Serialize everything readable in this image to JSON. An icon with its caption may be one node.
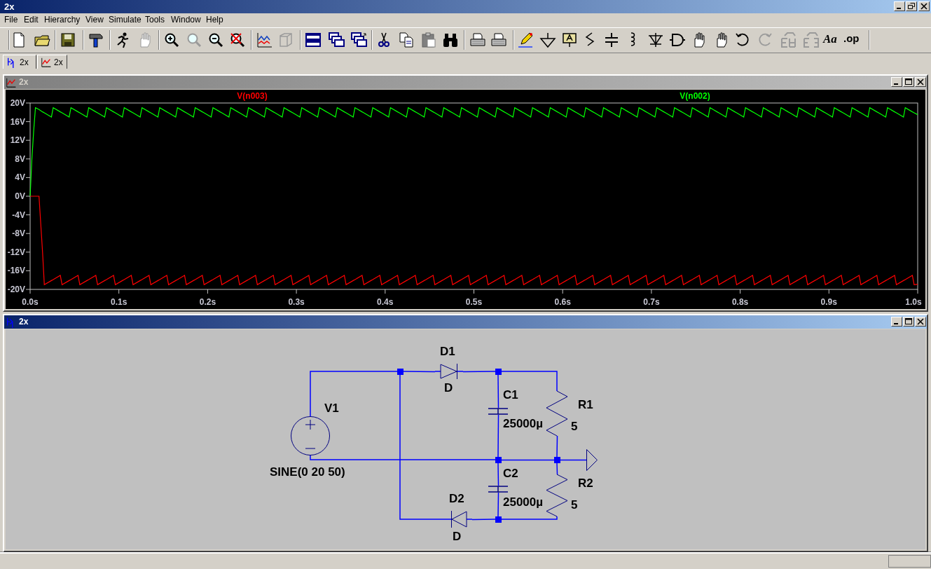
{
  "diagram": {
    "nodes": [
      {
        "text": [],
        "shape": "circle",
        "beside": [
          "V1",
          "SINE(0 20 50)"
        ]
      },
      {
        "text": [],
        "shape": "diode",
        "beside": [
          "D1",
          "D"
        ]
      },
      {
        "text": [],
        "shape": "capacitor",
        "beside": [
          "C1",
          "25000µ"
        ]
      },
      {
        "text": [],
        "shape": "resistor",
        "beside": [
          "R1",
          "5"
        ]
      },
      {
        "text": [],
        "shape": "capacitor",
        "beside": [
          "C2",
          "25000µ"
        ]
      },
      {
        "text": [],
        "shape": "resistor",
        "beside": [
          "R2",
          "5"
        ]
      },
      {
        "text": [],
        "shape": "diode",
        "beside": [
          "D2",
          "D"
        ]
      },
      {
        "text": [],
        "shape": "triangle"
      },
      {
        "text": [],
        "shape": "dot"
      },
      {
        "text": [],
        "shape": "dot"
      },
      {
        "text": [],
        "shape": "dot"
      },
      {
        "text": [],
        "shape": "dot"
      },
      {
        "text": [],
        "shape": "dot"
      }
    ],
    "edges": [
      {
        "from": 0,
        "to": 8,
        "arrow": "none"
      },
      {
        "from": 8,
        "to": 1,
        "arrow": "none"
      },
      {
        "from": 1,
        "to": 9,
        "arrow": "none"
      },
      {
        "from": 9,
        "to": 2,
        "arrow": "none"
      },
      {
        "from": 9,
        "to": 3,
        "arrow": "none"
      },
      {
        "from": 2,
        "to": 10,
        "arrow": "none"
      },
      {
        "from": 3,
        "to": 11,
        "arrow": "none"
      },
      {
        "from": 0,
        "to": 10,
        "arrow": "none"
      },
      {
        "from": 10,
        "to": 11,
        "arrow": "none"
      },
      {
        "from": 11,
        "to": 7,
        "arrow": "none"
      },
      {
        "from": 10,
        "to": 4,
        "arrow": "none"
      },
      {
        "from": 4,
        "to": 12,
        "arrow": "none"
      },
      {
        "from": 8,
        "to": 6,
        "arrow": "none"
      },
      {
        "from": 6,
        "to": 12,
        "arrow": "none"
      },
      {
        "from": 12,
        "to": 5,
        "arrow": "none"
      },
      {
        "from": 5,
        "to": 11,
        "arrow": "none"
      }
    ],
    "labels": [
      "2x",
      "File",
      "Edit",
      "Hierarchy",
      "View",
      "Simulate",
      "Tools",
      "Window",
      "Help",
      "Aa",
      ".op",
      "2x",
      "2x",
      "2x",
      "2x"
    ],
    "chart_data": {
      "type": "line",
      "xlim": [
        0,
        1
      ],
      "ylim": [
        -20,
        20
      ],
      "xticks": [
        {
          "value": 0,
          "label": "0.0s"
        },
        {
          "value": 0.1,
          "label": "0.1s"
        },
        {
          "value": 0.2,
          "label": "0.2s"
        },
        {
          "value": 0.3,
          "label": "0.3s"
        },
        {
          "value": 0.4,
          "label": "0.4s"
        },
        {
          "value": 0.5,
          "label": "0.5s"
        },
        {
          "value": 0.6,
          "label": "0.6s"
        },
        {
          "value": 0.7,
          "label": "0.7s"
        },
        {
          "value": 0.8,
          "label": "0.8s"
        },
        {
          "value": 0.9,
          "label": "0.9s"
        },
        {
          "value": 1,
          "label": "1.0s"
        }
      ],
      "yticks": [
        {
          "value": 20,
          "label": "20V"
        },
        {
          "value": 16,
          "label": "16V"
        },
        {
          "value": 12,
          "label": "12V"
        },
        {
          "value": 8,
          "label": "8V"
        },
        {
          "value": 4,
          "label": "4V"
        },
        {
          "value": 0,
          "label": "0V"
        },
        {
          "value": -4,
          "label": "-4V"
        },
        {
          "value": -8,
          "label": "-8V"
        },
        {
          "value": -12,
          "label": "-12V"
        },
        {
          "value": -16,
          "label": "-16V"
        },
        {
          "value": -20,
          "label": "-20V"
        }
      ],
      "x": [
        0,
        0.002,
        0.004,
        0.006,
        0.01,
        0.014,
        0.016,
        0.024,
        0.026,
        0.034,
        0.036,
        0.044,
        0.046,
        0.054,
        0.056,
        0.064,
        0.066,
        0.074,
        0.076,
        0.084,
        0.086,
        0.094,
        0.096,
        0.104,
        0.106,
        0.114,
        0.116,
        0.124,
        0.126,
        0.134,
        0.136,
        0.144,
        0.146,
        0.154,
        0.156,
        0.164,
        0.166,
        0.174,
        0.176,
        0.184,
        0.186,
        0.194,
        0.196,
        0.204,
        0.206,
        0.214,
        0.216,
        0.224,
        0.226,
        0.234,
        0.236,
        0.244,
        0.246,
        0.254,
        0.256,
        0.264,
        0.266,
        0.274,
        0.276,
        0.284,
        0.286,
        0.294,
        0.296,
        0.304,
        0.306,
        0.314,
        0.316,
        0.324,
        0.326,
        0.334,
        0.336,
        0.344,
        0.346,
        0.354,
        0.356,
        0.364,
        0.366,
        0.374,
        0.376,
        0.384,
        0.386,
        0.394,
        0.396,
        0.404,
        0.406,
        0.414,
        0.416,
        0.424,
        0.426,
        0.434,
        0.436,
        0.444,
        0.446,
        0.454,
        0.456,
        0.464,
        0.466,
        0.474,
        0.476,
        0.484,
        0.486,
        0.494,
        0.496,
        0.504,
        0.506,
        0.514,
        0.516,
        0.524,
        0.526,
        0.534,
        0.536,
        0.544,
        0.546,
        0.554,
        0.556,
        0.564,
        0.566,
        0.574,
        0.576,
        0.584,
        0.586,
        0.594,
        0.596,
        0.604,
        0.606,
        0.614,
        0.616,
        0.624,
        0.626,
        0.634,
        0.636,
        0.644,
        0.646,
        0.654,
        0.656,
        0.664,
        0.666,
        0.674,
        0.676,
        0.684,
        0.686,
        0.694,
        0.696,
        0.704,
        0.706,
        0.714,
        0.716,
        0.724,
        0.726,
        0.734,
        0.736,
        0.744,
        0.746,
        0.754,
        0.756,
        0.764,
        0.766,
        0.774,
        0.776,
        0.784,
        0.786,
        0.794,
        0.796,
        0.804,
        0.806,
        0.814,
        0.816,
        0.824,
        0.826,
        0.834,
        0.836,
        0.844,
        0.846,
        0.854,
        0.856,
        0.864,
        0.866,
        0.874,
        0.876,
        0.884,
        0.886,
        0.894,
        0.896,
        0.904,
        0.906,
        0.914,
        0.916,
        0.924,
        0.926,
        0.934,
        0.936,
        0.944,
        0.946,
        0.954,
        0.956,
        0.964,
        0.966,
        0.974,
        0.976,
        0.984,
        0.986,
        0.994,
        0.996,
        1
      ],
      "series": [
        {
          "name": "V(n003)",
          "color": "#ff0000",
          "values": [
            0,
            0,
            0,
            0,
            0,
            -12,
            -19,
            -18.1,
            -17.9,
            -17,
            -19,
            -18.1,
            -17.9,
            -17,
            -19,
            -18.1,
            -17.9,
            -17,
            -19,
            -18.1,
            -17.9,
            -17,
            -19,
            -18.1,
            -17.9,
            -17,
            -19,
            -18.1,
            -17.9,
            -17,
            -19,
            -18.1,
            -17.9,
            -17,
            -19,
            -18.1,
            -17.9,
            -17,
            -19,
            -18.1,
            -17.9,
            -17,
            -19,
            -18.1,
            -17.9,
            -17,
            -19,
            -18.1,
            -17.9,
            -17,
            -19,
            -18.1,
            -17.9,
            -17,
            -19,
            -18.1,
            -17.9,
            -17,
            -19,
            -18.1,
            -17.9,
            -17,
            -19,
            -18.1,
            -17.9,
            -17,
            -19,
            -18.1,
            -17.9,
            -17,
            -19,
            -18.1,
            -17.9,
            -17,
            -19,
            -18.1,
            -17.9,
            -17,
            -19,
            -18.1,
            -17.9,
            -17,
            -19,
            -18.1,
            -17.9,
            -17,
            -19,
            -18.1,
            -17.9,
            -17,
            -19,
            -18.1,
            -17.9,
            -17,
            -19,
            -18.1,
            -17.9,
            -17,
            -19,
            -18.1,
            -17.9,
            -17,
            -19,
            -18.1,
            -17.9,
            -17,
            -19,
            -18.1,
            -17.9,
            -17,
            -19,
            -18.1,
            -17.9,
            -17,
            -19,
            -18.1,
            -17.9,
            -17,
            -19,
            -18.1,
            -17.9,
            -17,
            -19,
            -18.1,
            -17.9,
            -17,
            -19,
            -18.1,
            -17.9,
            -17,
            -19,
            -18.1,
            -17.9,
            -17,
            -19,
            -18.1,
            -17.9,
            -17,
            -19,
            -18.1,
            -17.9,
            -17,
            -19,
            -18.1,
            -17.9,
            -17,
            -19,
            -18.1,
            -17.9,
            -17,
            -19,
            -18.1,
            -17.9,
            -17,
            -19,
            -18.1,
            -17.9,
            -17,
            -19,
            -18.1,
            -17.9,
            -17,
            -19,
            -18.1,
            -17.9,
            -17,
            -19,
            -18.1,
            -17.9,
            -17,
            -19,
            -18.1,
            -17.9,
            -17,
            -19,
            -18.1,
            -17.9,
            -17,
            -19,
            -18.1,
            -17.9,
            -17,
            -19,
            -18.1,
            -17.9,
            -17,
            -19,
            -18.1,
            -17.9,
            -17,
            -19,
            -18.1,
            -17.9,
            -17,
            -19,
            -18.1,
            -17.9,
            -17,
            -19,
            -18.1,
            -17.9,
            -17,
            -19,
            -18.9
          ]
        },
        {
          "name": "V(n002)",
          "color": "#00ff00",
          "values": [
            0,
            8,
            14,
            19,
            18.6,
            18.1,
            17.9,
            17,
            19,
            18.1,
            17.9,
            17,
            19,
            18.1,
            17.9,
            17,
            19,
            18.1,
            17.9,
            17,
            19,
            18.1,
            17.9,
            17,
            19,
            18.1,
            17.9,
            17,
            19,
            18.1,
            17.9,
            17,
            19,
            18.1,
            17.9,
            17,
            19,
            18.1,
            17.9,
            17,
            19,
            18.1,
            17.9,
            17,
            19,
            18.1,
            17.9,
            17,
            19,
            18.1,
            17.9,
            17,
            19,
            18.1,
            17.9,
            17,
            19,
            18.1,
            17.9,
            17,
            19,
            18.1,
            17.9,
            17,
            19,
            18.1,
            17.9,
            17,
            19,
            18.1,
            17.9,
            17,
            19,
            18.1,
            17.9,
            17,
            19,
            18.1,
            17.9,
            17,
            19,
            18.1,
            17.9,
            17,
            19,
            18.1,
            17.9,
            17,
            19,
            18.1,
            17.9,
            17,
            19,
            18.1,
            17.9,
            17,
            19,
            18.1,
            17.9,
            17,
            19,
            18.1,
            17.9,
            17,
            19,
            18.1,
            17.9,
            17,
            19,
            18.1,
            17.9,
            17,
            19,
            18.1,
            17.9,
            17,
            19,
            18.1,
            17.9,
            17,
            19,
            18.1,
            17.9,
            17,
            19,
            18.1,
            17.9,
            17,
            19,
            18.1,
            17.9,
            17,
            19,
            18.1,
            17.9,
            17,
            19,
            18.1,
            17.9,
            17,
            19,
            18.1,
            17.9,
            17,
            19,
            18.1,
            17.9,
            17,
            19,
            18.1,
            17.9,
            17,
            19,
            18.1,
            17.9,
            17,
            19,
            18.1,
            17.9,
            17,
            19,
            18.1,
            17.9,
            17,
            19,
            18.1,
            17.9,
            17,
            19,
            18.1,
            17.9,
            17,
            19,
            18.1,
            17.9,
            17,
            19,
            18.1,
            17.9,
            17,
            19,
            18.1,
            17.9,
            17,
            19,
            18.1,
            17.9,
            17,
            19,
            18.1,
            17.9,
            17,
            19,
            18.1,
            17.9,
            17,
            19,
            18.1,
            17.9,
            17,
            19,
            18.1,
            17.9,
            17.5
          ]
        }
      ]
    }
  }
}
